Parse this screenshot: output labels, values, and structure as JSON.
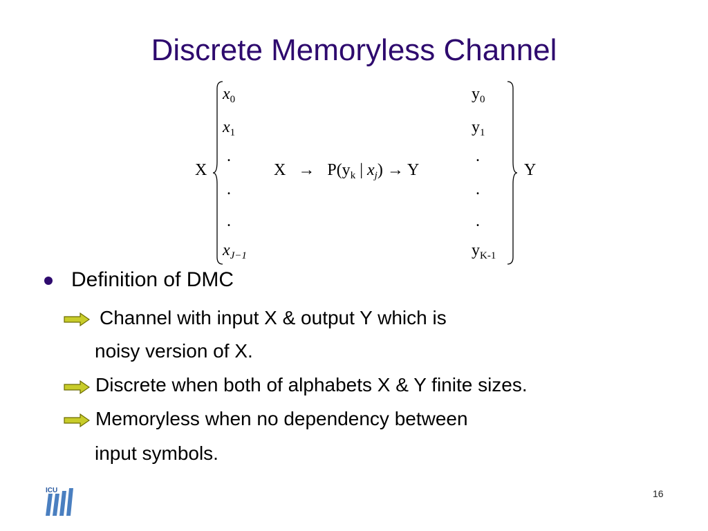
{
  "slide": {
    "title": "Discrete Memoryless Channel",
    "page_number": "16",
    "logo_text": "ICU"
  },
  "equation": {
    "input_set_label": "X",
    "output_set_label": "Y",
    "input_symbols": [
      {
        "base": "x",
        "sub": "0"
      },
      {
        "base": "x",
        "sub": "1"
      },
      {
        "base": ".",
        "sub": ""
      },
      {
        "base": ".",
        "sub": ""
      },
      {
        "base": ".",
        "sub": ""
      },
      {
        "base": "x",
        "sub": "J−1"
      }
    ],
    "output_symbols": [
      {
        "base": "y",
        "sub": "0"
      },
      {
        "base": "y",
        "sub": "1"
      },
      {
        "base": ".",
        "sub": ""
      },
      {
        "base": ".",
        "sub": ""
      },
      {
        "base": ".",
        "sub": ""
      },
      {
        "base": "y",
        "sub": "K-1"
      }
    ],
    "channel": {
      "input": "X",
      "arrow1": "→",
      "prob_open": "P(y",
      "prob_sub_k": "k",
      "prob_bar": " | ",
      "prob_x": "x",
      "prob_sub_j": "j",
      "prob_close": ")",
      "arrow2": "→",
      "output": "Y"
    }
  },
  "bullets": {
    "heading": "Definition of DMC",
    "items": [
      {
        "line1": "Channel with input X & output Y which is",
        "line2": "noisy version of X."
      },
      {
        "line1": "Discrete when both of alphabets X & Y finite sizes.",
        "line2": ""
      },
      {
        "line1": "Memoryless when no dependency between",
        "line2": "input symbols."
      }
    ]
  },
  "colors": {
    "title": "#2e0a6e",
    "arrow_fill": "#c8cc2a",
    "arrow_stroke": "#6b6b00",
    "logo": "#4a7fc0"
  }
}
